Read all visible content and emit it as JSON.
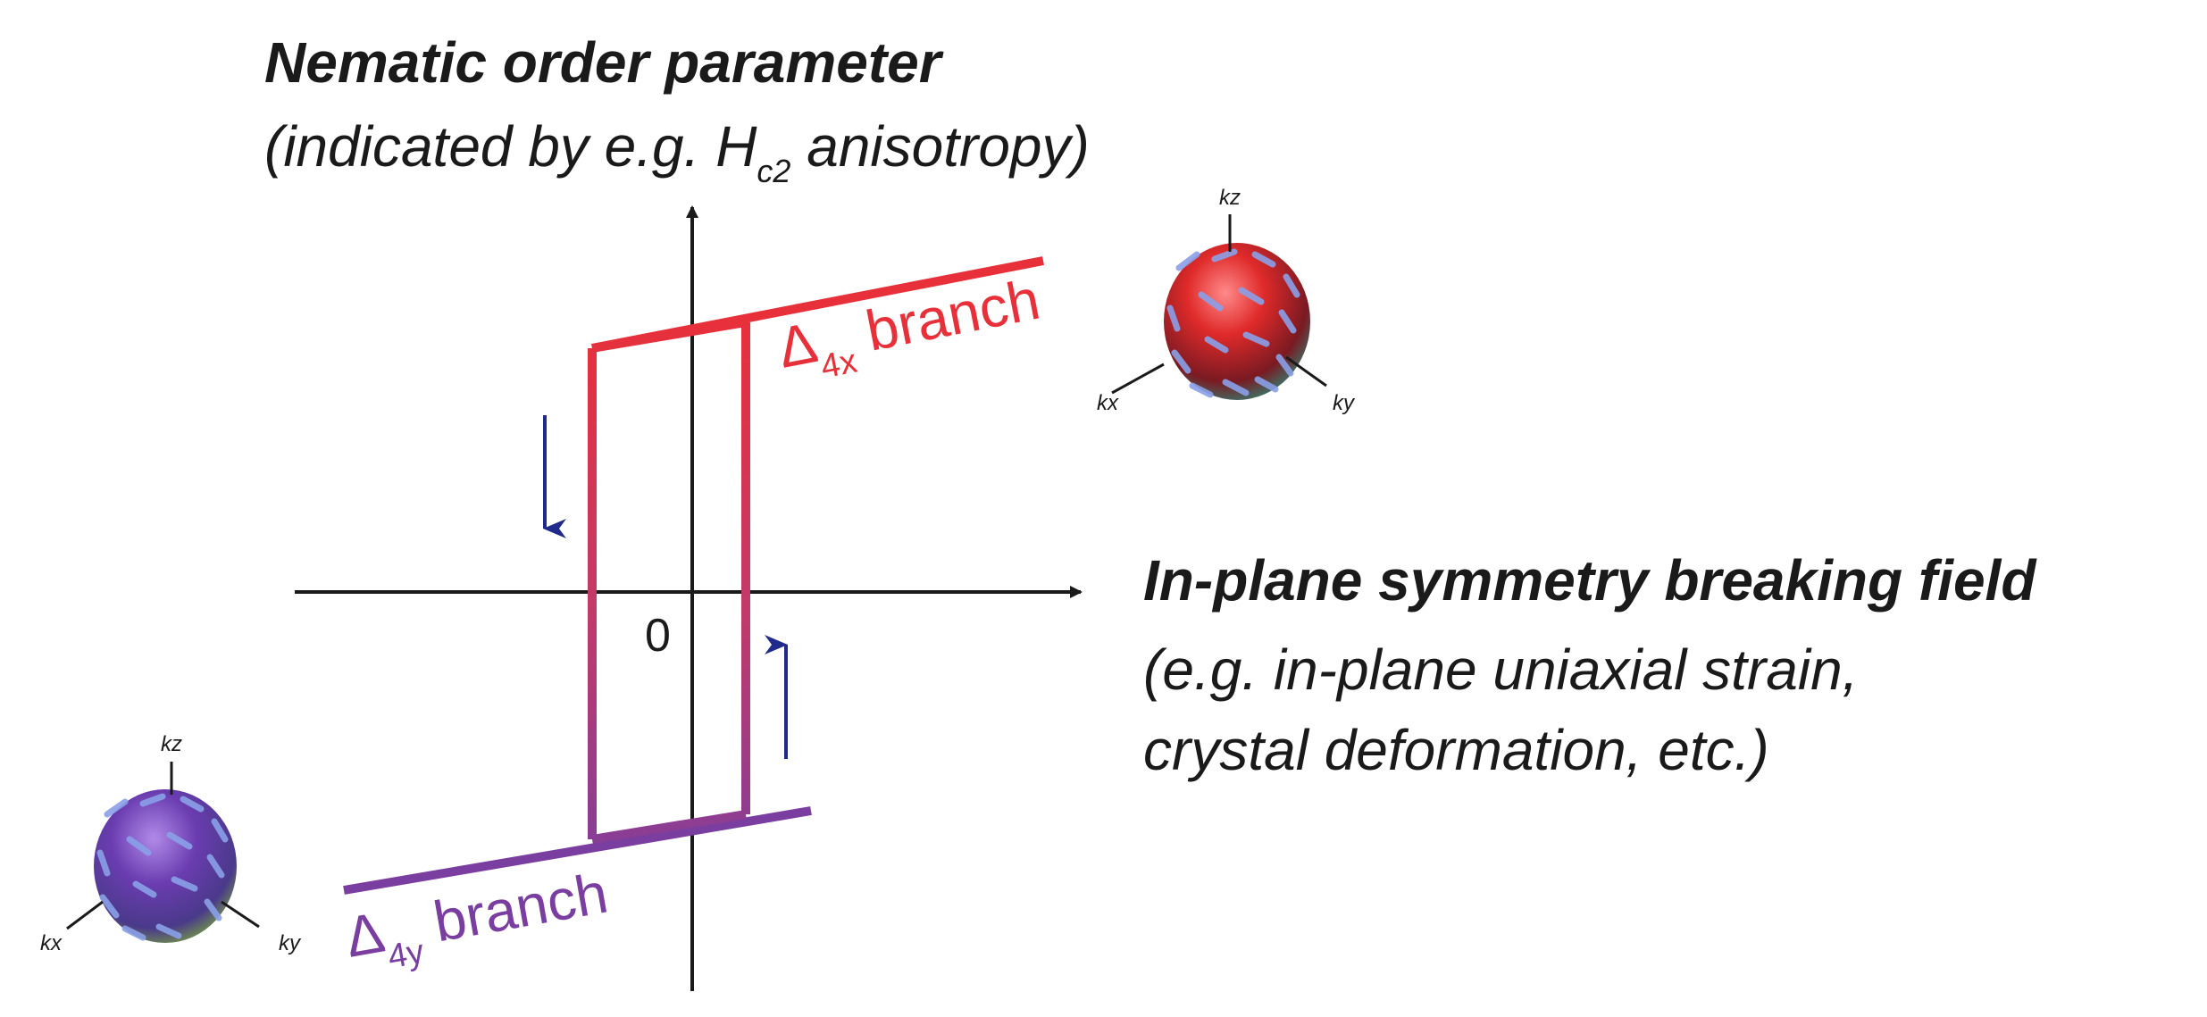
{
  "y_axis": {
    "title": "Nematic order parameter",
    "subtitle_prefix": "(indicated by e.g. H",
    "subtitle_subscript": "c2",
    "subtitle_suffix": " anisotropy)"
  },
  "x_axis": {
    "title": "In-plane symmetry breaking field",
    "subtitle_line1": "(e.g. in-plane uniaxial strain,",
    "subtitle_line2": "crystal deformation, etc.)"
  },
  "origin_label": "0",
  "branches": {
    "upper": {
      "symbol": "Δ",
      "subscript": "4x",
      "label": "branch",
      "color": "#e8303a"
    },
    "lower": {
      "symbol": "Δ",
      "subscript": "4y",
      "label": "branch",
      "color": "#7a3ea0"
    }
  },
  "spheres": {
    "upper": {
      "axis_labels": [
        "kz",
        "kx",
        "ky"
      ],
      "color": "#d8282e"
    },
    "lower": {
      "axis_labels": [
        "kz",
        "kx",
        "ky"
      ],
      "color": "#6a3cb0"
    }
  },
  "arrow_color": "#1f2a8a"
}
